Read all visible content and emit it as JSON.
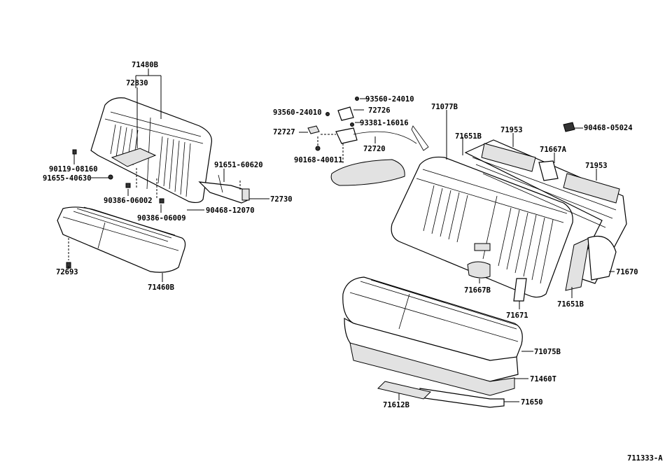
{
  "diagram": {
    "footer_code": "711333-A",
    "labels": {
      "l71480B": "71480B",
      "l72830": "72830",
      "l90119": "90119-08160",
      "l91655": "91655-40630",
      "l91651": "91651-60620",
      "l72730": "72730",
      "l90386a": "90386-06002",
      "l90386b": "90386-06009",
      "l90468a": "90468-12070",
      "l72693": "72693",
      "l71460B": "71460B",
      "l93560a": "93560-24010",
      "l93560b": "93560-24010",
      "l72726": "72726",
      "l93381": "93381-16016",
      "l72727": "72727",
      "l72720": "72720",
      "l90168": "90168-40011",
      "l71077B": "71077B",
      "l71651Ba": "71651B",
      "l71953a": "71953",
      "l90468b": "90468-05024",
      "l71667A": "71667A",
      "l71953b": "71953",
      "l71670": "71670",
      "l71667B": "71667B",
      "l71671": "71671",
      "l71651Bb": "71651B",
      "l71075B": "71075B",
      "l71460T": "71460T",
      "l71612B": "71612B",
      "l71650": "71650"
    }
  }
}
